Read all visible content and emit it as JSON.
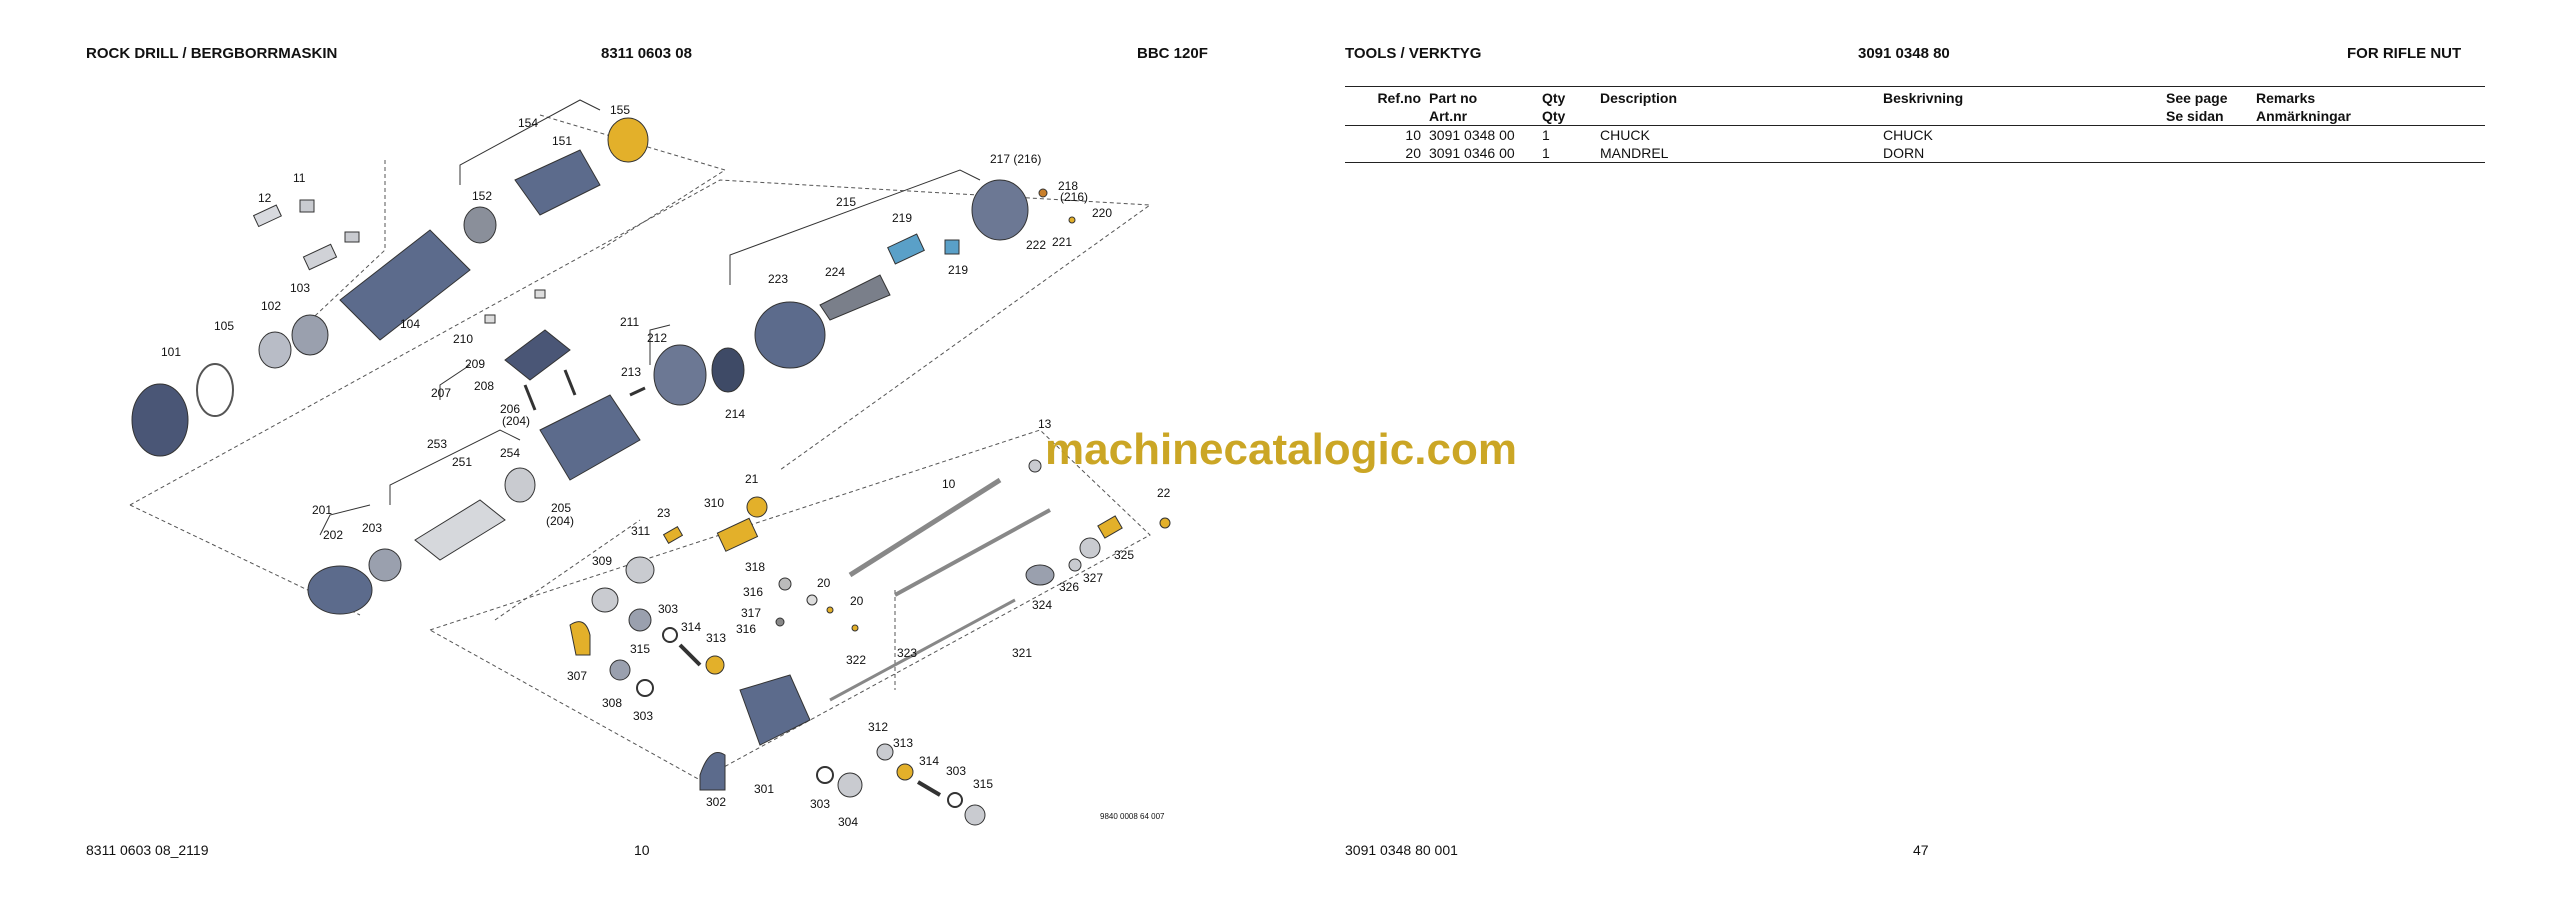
{
  "left_page": {
    "title": "ROCK DRILL / BERGBORRMASKIN",
    "part_number": "8311 0603 08",
    "model": "BBC 120F",
    "footer_code": "8311 0603 08_2119",
    "page_number": "10",
    "figure_code": "9840 0008 64 007",
    "callouts": [
      "154",
      "155",
      "151",
      "11",
      "12",
      "152",
      "215",
      "217 (216)",
      "218",
      "(216)",
      "220",
      "219",
      "222",
      "221",
      "223",
      "224",
      "219",
      "103",
      "102",
      "104",
      "105",
      "101",
      "211",
      "212",
      "210",
      "209",
      "213",
      "207",
      "208",
      "206",
      "(204)",
      "214",
      "253",
      "254",
      "251",
      "205",
      "(204)",
      "13",
      "201",
      "202",
      "203",
      "10",
      "22",
      "21",
      "310",
      "23",
      "311",
      "309",
      "318",
      "316",
      "20",
      "317",
      "20",
      "316",
      "326",
      "327",
      "325",
      "324",
      "303",
      "314",
      "313",
      "307",
      "315",
      "322",
      "323",
      "321",
      "308",
      "303",
      "312",
      "313",
      "314",
      "303",
      "315",
      "302",
      "301",
      "303",
      "304"
    ]
  },
  "right_page": {
    "title": "TOOLS / VERKTYG",
    "part_number": "3091 0348 80",
    "subtitle": "FOR RIFLE NUT",
    "footer_code": "3091 0348 80 001",
    "page_number": "47",
    "table": {
      "headers_row1": [
        "Ref.no",
        "Part no",
        "Qty",
        "Description",
        "Beskrivning",
        "See page",
        "Remarks"
      ],
      "headers_row2": [
        "",
        "Art.nr",
        "Qty",
        "",
        "",
        "Se sidan",
        "Anmärkningar"
      ],
      "rows": [
        {
          "ref": "10",
          "part": "3091 0348 00",
          "qty": "1",
          "desc": "CHUCK",
          "besk": "CHUCK",
          "page": "",
          "remarks": ""
        },
        {
          "ref": "20",
          "part": "3091 0346 00",
          "qty": "1",
          "desc": "MANDREL",
          "besk": "DORN",
          "page": "",
          "remarks": ""
        }
      ]
    }
  },
  "watermark": "machinecatalogic.com",
  "colors": {
    "part_blue": "#5c6b8c",
    "part_dark": "#3e4a66",
    "part_gold": "#e3b02a",
    "part_light_blue": "#5aa0c8",
    "part_grey": "#c9cbd0"
  }
}
